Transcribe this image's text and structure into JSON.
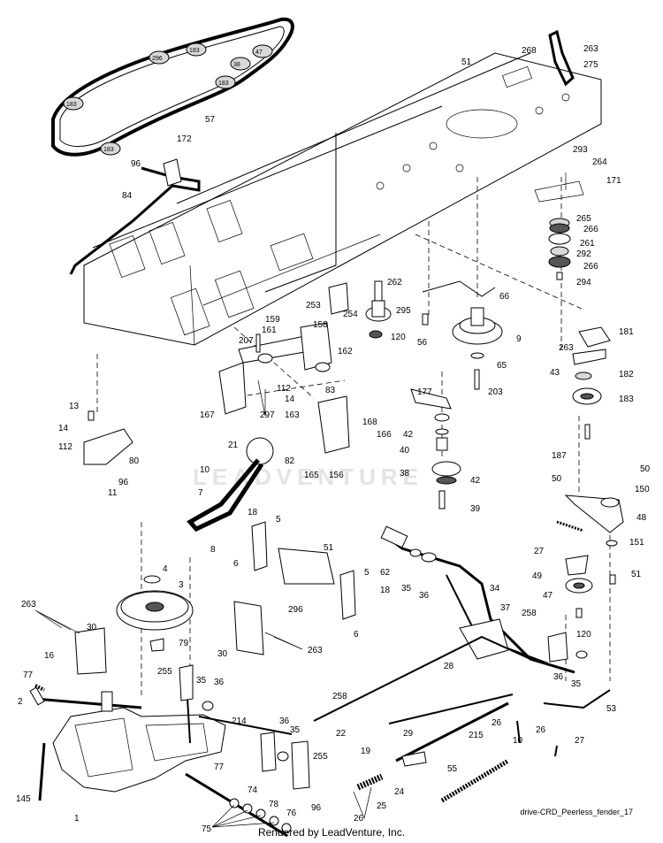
{
  "diagram": {
    "caption": "drive-CRD_Peerless_fender_17",
    "footer": "Rendered by LeadVenture, Inc.",
    "watermark": "LEADVENTURE",
    "belt_labels": [
      "183",
      "296",
      "183",
      "38",
      "47",
      "183",
      "183",
      "183"
    ],
    "part_labels": {
      "p268": "268",
      "p263a": "263",
      "p275": "275",
      "p51a": "51",
      "p57": "57",
      "p172": "172",
      "p96a": "96",
      "p84": "84",
      "p293": "293",
      "p264": "264",
      "p171": "171",
      "p265": "265",
      "p266a": "266",
      "p261": "261",
      "p292": "292",
      "p266b": "266",
      "p294": "294",
      "p262": "262",
      "p66": "66",
      "p295": "295",
      "p253": "253",
      "p254": "254",
      "p120a": "120",
      "p56": "56",
      "p9": "9",
      "p263b": "263",
      "p181": "181",
      "p159": "159",
      "p158": "158",
      "p161": "161",
      "p207": "207",
      "p162": "162",
      "p65": "65",
      "p182": "182",
      "p43": "43",
      "p183": "183",
      "p112a": "112",
      "p14a": "14",
      "p83": "83",
      "p203": "203",
      "p177": "177",
      "p167": "167",
      "p297": "297",
      "p163": "163",
      "p13": "13",
      "p14b": "14",
      "p112b": "112",
      "p80": "80",
      "p96b": "96",
      "p11": "11",
      "p168": "168",
      "p166": "166",
      "p42a": "42",
      "p40": "40",
      "p38": "38",
      "p42b": "42",
      "p39": "39",
      "p187": "187",
      "p21": "21",
      "p82": "82",
      "p165": "165",
      "p156": "156",
      "p10a": "10",
      "p7": "7",
      "p50a": "50",
      "p50b": "50",
      "p150": "150",
      "p48": "48",
      "p18a": "18",
      "p5a": "5",
      "p6a": "6",
      "p8": "8",
      "p27a": "27",
      "p151": "151",
      "p51b": "51",
      "p49": "49",
      "p51c": "51",
      "p4": "4",
      "p3": "3",
      "p62": "62",
      "p35a": "35",
      "p36a": "36",
      "p34": "34",
      "p47": "47",
      "p296": "296",
      "p5b": "5",
      "p18b": "18",
      "p6b": "6",
      "p37": "37",
      "p258a": "258",
      "p120b": "120",
      "p263c": "263",
      "p30a": "30",
      "p16": "16",
      "p79": "79",
      "p30b": "30",
      "p263d": "263",
      "p28": "28",
      "p36b": "36",
      "p35b": "35",
      "p77a": "77",
      "p255a": "255",
      "p35c": "35",
      "p36c": "36",
      "p2": "2",
      "p258b": "258",
      "p53": "53",
      "p22": "22",
      "p29": "29",
      "p26a": "26",
      "p214": "214",
      "p36d": "36",
      "p35d": "35",
      "p215": "215",
      "p10b": "10",
      "p26b": "26",
      "p27b": "27",
      "p19": "19",
      "p255b": "255",
      "p145": "145",
      "p77b": "77",
      "p1": "1",
      "p74": "74",
      "p24": "24",
      "p55": "55",
      "p96c": "96",
      "p25": "25",
      "p26c": "26",
      "p78": "78",
      "p75": "75",
      "p76": "76"
    }
  }
}
